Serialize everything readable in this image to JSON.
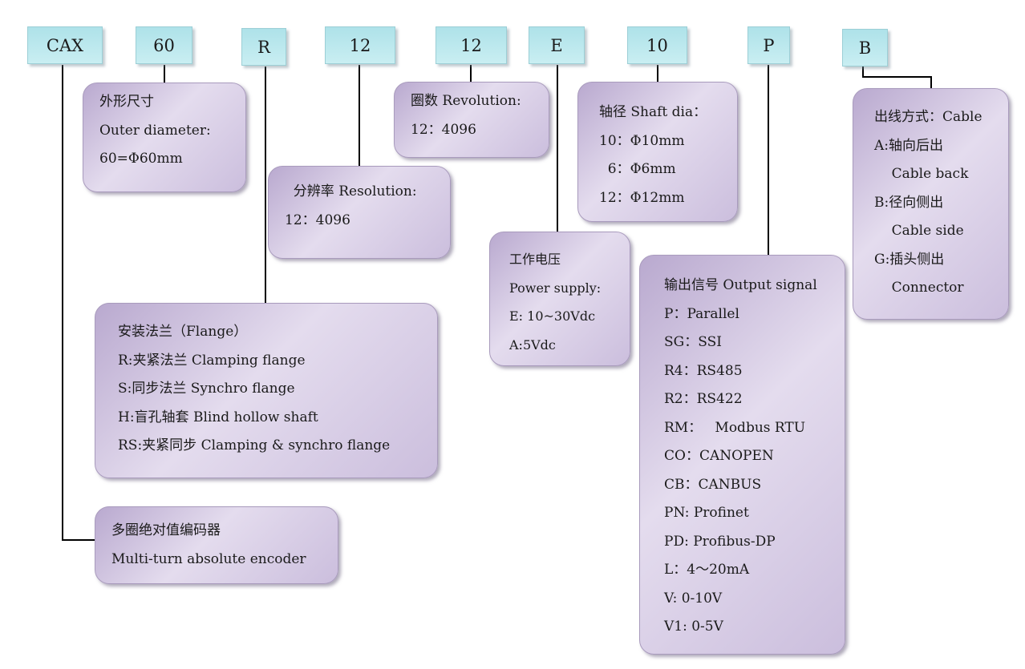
{
  "codes": [
    "CAX",
    "60",
    "R",
    "12",
    "12",
    "E",
    "10",
    "P",
    "B"
  ],
  "boxes": {
    "outer": [
      "外形尺寸",
      "Outer diameter:",
      "60=Φ60mm"
    ],
    "revolution": [
      "圈数 Revolution:",
      "12：4096"
    ],
    "resolution": [
      "  分辨率 Resolution:",
      "12：4096"
    ],
    "shaft": [
      "轴径 Shaft dia：",
      "10：Φ10mm",
      "  6：Φ6mm",
      "12：Φ12mm"
    ],
    "cable": [
      "出线方式：Cable",
      "A:轴向后出",
      "    Cable back",
      "B:径向侧出",
      "    Cable side",
      "G:插头侧出",
      "    Connector"
    ],
    "flange": [
      "安装法兰（Flange）",
      "R:夹紧法兰 Clamping flange",
      "S:同步法兰 Synchro flange",
      "H:盲孔轴套 Blind hollow shaft",
      "RS:夹紧同步 Clamping & synchro flange"
    ],
    "power": [
      "工作电压",
      "Power supply:",
      "E: 10~30Vdc",
      "A:5Vdc"
    ],
    "output": [
      "输出信号 Output signal",
      "P：Parallel",
      "SG：SSI",
      "R4：RS485",
      "R2：RS422",
      "RM：   Modbus RTU",
      "CO：CANOPEN",
      "CB：CANBUS",
      "PN: Profinet",
      "PD: Profibus-DP",
      "L：4～20mA",
      "V: 0-10V",
      "V1: 0-5V"
    ],
    "encoder": [
      "多圈绝对值编码器",
      "Multi-turn absolute encoder"
    ]
  }
}
